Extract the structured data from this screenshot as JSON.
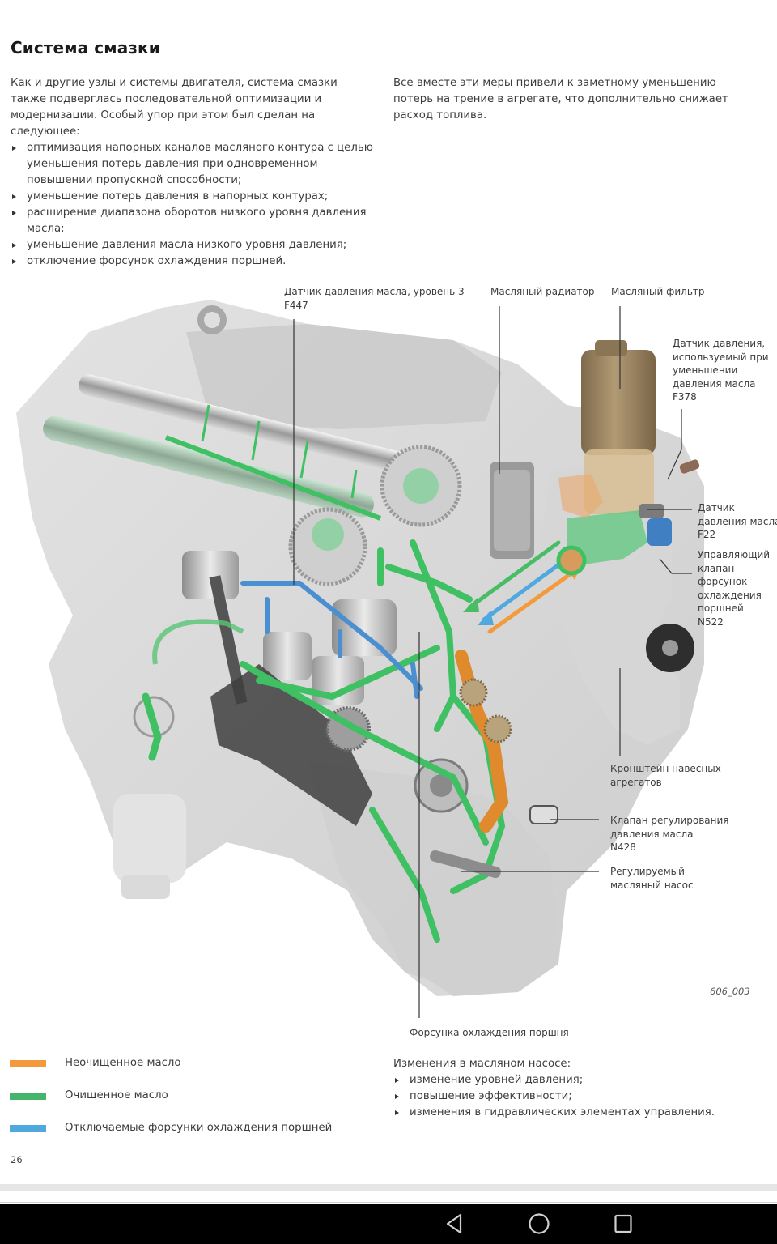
{
  "page": {
    "title": "Система смазки",
    "intro": {
      "paragraph": "Как и другие узлы и системы двигателя, система смазки также подверглась последовательной оптимизации и модернизации. Особый упор при этом был сделан на следующее:",
      "bullets": [
        "оптимизация напорных каналов масляного контура с целью уменьшения потерь давления при одновременном повышении пропускной способности;",
        "уменьшение потерь давления в напорных контурах;",
        "расширение диапазона оборотов низкого уровня давления масла;",
        "уменьшение давления масла низкого уровня давления;",
        "отключение форсунок охлаждения поршней."
      ]
    },
    "summary": "Все вместе эти меры привели к заметному уменьшению потерь на трение в агрегате, что дополнительно снижает расход топлива.",
    "diagram": {
      "figure_id": "606_003",
      "callouts": {
        "oil_pressure_sensor_l3": "Датчик давления масла, уровень 3\nF447",
        "oil_cooler": "Масляный радиатор",
        "oil_filter": "Масляный фильтр",
        "reduced_pressure_sensor": "Датчик давления,\nиспользуемый при\nуменьшении\nдавления масла\nF378",
        "oil_pressure_sensor": "Датчик\nдавления масла\nF22",
        "piston_cooling_valve": "Управляющий\nклапан\nфорсунок\nохлаждения\nпоршней\nN522",
        "accessory_bracket": "Кронштейн навесных\nагрегатов",
        "pressure_control_valve": "Клапан регулирования\nдавления масла\nN428",
        "oil_pump": "Регулируемый\nмасляный насос",
        "piston_cooling_jet": "Форсунка охлаждения поршня"
      }
    },
    "legend": [
      {
        "label": "Неочищенное масло",
        "color": "#f39a3c"
      },
      {
        "label": "Очищенное масло",
        "color": "#45b56b"
      },
      {
        "label": "Отключаемые форсунки охлаждения поршней",
        "color": "#4fa8de"
      }
    ],
    "pump_changes": {
      "heading": "Изменения в масляном насосе:",
      "bullets": [
        "изменение уровней давления;",
        "повышение эффективности;",
        "изменения в гидравлических элементах управления."
      ]
    },
    "page_number": "26"
  },
  "navbar": {
    "back": "back-icon",
    "home": "home-icon",
    "recents": "recents-icon"
  }
}
